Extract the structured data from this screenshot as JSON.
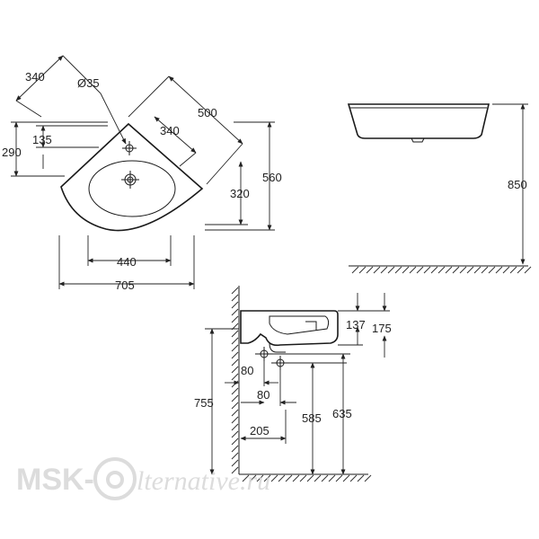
{
  "top_view": {
    "dims": {
      "d340_top": "340",
      "d35": "Ø35",
      "d500": "500",
      "d340_side": "340",
      "d135": "135",
      "d290": "290",
      "d320": "320",
      "d560": "560",
      "d440": "440",
      "d705": "705"
    }
  },
  "front_view": {
    "dims": {
      "d850": "850"
    }
  },
  "side_view": {
    "dims": {
      "d137": "137",
      "d175": "175",
      "d80a": "80",
      "d80b": "80",
      "d755": "755",
      "d205": "205",
      "d585": "585",
      "d635": "635"
    }
  },
  "watermark": {
    "brand": "MSK-",
    "brand_tail": "lternative.ru"
  },
  "colors": {
    "line": "#1a1a1a",
    "watermark": "#d9d9d9"
  }
}
